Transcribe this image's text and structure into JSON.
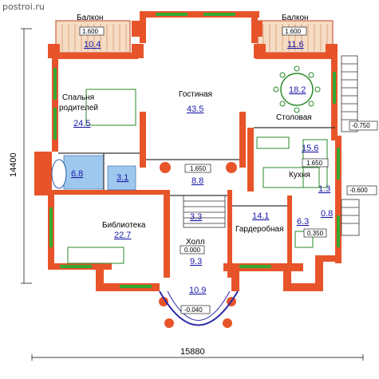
{
  "watermark": "postroi.ru",
  "dimensions": {
    "width": "15880",
    "depth": "14400"
  },
  "rooms": {
    "balcony_left": {
      "name": "Балкон",
      "level": "1.600",
      "area": "10.4"
    },
    "balcony_right": {
      "name": "Балкон",
      "level": "1.600",
      "area": "11.6"
    },
    "bedroom": {
      "name_line1": "Спальня",
      "name_line2": "родителей",
      "area": "24.5"
    },
    "living": {
      "name": "Гостиная",
      "area": "43.5"
    },
    "dining": {
      "name": "Столовая",
      "area": "18.2"
    },
    "bath": {
      "area": "6.8"
    },
    "wc": {
      "area": "3.1"
    },
    "hall_upper": {
      "level": "1.650",
      "area": "8.8"
    },
    "kitchen": {
      "name": "Кухня",
      "level": "1.650",
      "area": "15.6"
    },
    "stair": {
      "area": "3.3"
    },
    "library": {
      "name": "Библиотека",
      "area": "22.7"
    },
    "hall": {
      "name": "Холл",
      "level": "0.000",
      "area": "9.3"
    },
    "wardrobe": {
      "name": "Гардеробная",
      "area": "14.1"
    },
    "small_room": {
      "area": "6.3",
      "level": "0.350"
    },
    "small_a": {
      "area": "1.3"
    },
    "small_b": {
      "area": "0.8"
    },
    "porch": {
      "area": "10.9",
      "level": "-0.040"
    }
  },
  "outside_levels": {
    "right_upper": "-0.750",
    "right_lower": "-0.600"
  },
  "colors": {
    "wall": "#e8542a",
    "window": "#33a833",
    "tile": "#9ec8ee",
    "balcony": "#f6dcc4",
    "text_area": "#1a1aa8"
  }
}
